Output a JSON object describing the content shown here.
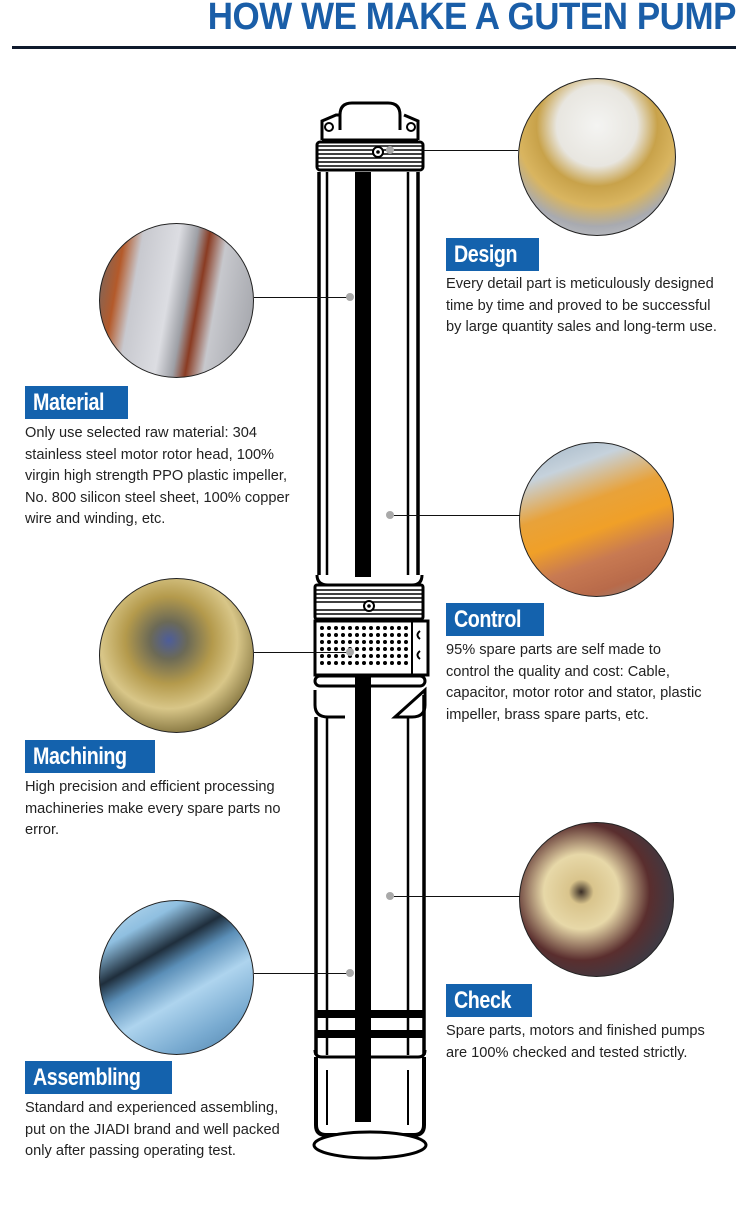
{
  "header": {
    "title": "HOW WE MAKE A GUTEN PUMP"
  },
  "sections": [
    {
      "id": "design",
      "label": "Design",
      "text": [
        "Every detail part is meticulously designed",
        "time by time and proved to be successful",
        "by large quantity sales and long-term use."
      ],
      "photo": "brass-pump-outlet-photo"
    },
    {
      "id": "material",
      "label": "Material",
      "text": [
        "Only use selected raw material: 304",
        "stainless steel motor rotor head, 100%",
        "virgin high strength PPO plastic impeller,",
        "No. 800 silicon steel sheet, 100% copper",
        "wire and winding, etc."
      ],
      "photo": "motor-rotor-stator-photo"
    },
    {
      "id": "control",
      "label": "Control",
      "text": [
        "95% spare parts are self made to",
        "control the quality and cost: Cable,",
        "capacitor, motor rotor and stator, plastic",
        "impeller, brass spare parts, etc."
      ],
      "photo": "copper-wire-winding-machine-photo"
    },
    {
      "id": "machining",
      "label": "Machining",
      "text": [
        "High precision and efficient processing",
        "machineries make every spare parts no",
        "error."
      ],
      "photo": "brass-parts-machining-photo"
    },
    {
      "id": "check",
      "label": "Check",
      "text": [
        "Spare parts, motors and finished pumps",
        "are 100% checked and tested strictly."
      ],
      "photo": "micrometer-inspection-photo"
    },
    {
      "id": "assembling",
      "label": "Assembling",
      "text": [
        "Standard and experienced assembling,",
        "put on the JIADI brand and well packed",
        "only after passing operating test."
      ],
      "photo": "steel-shaft-assembly-photo"
    }
  ],
  "colors": {
    "accent": "#1462ad",
    "title": "#1a5ea8",
    "text": "#222222",
    "dot": "#a9a9a9"
  }
}
